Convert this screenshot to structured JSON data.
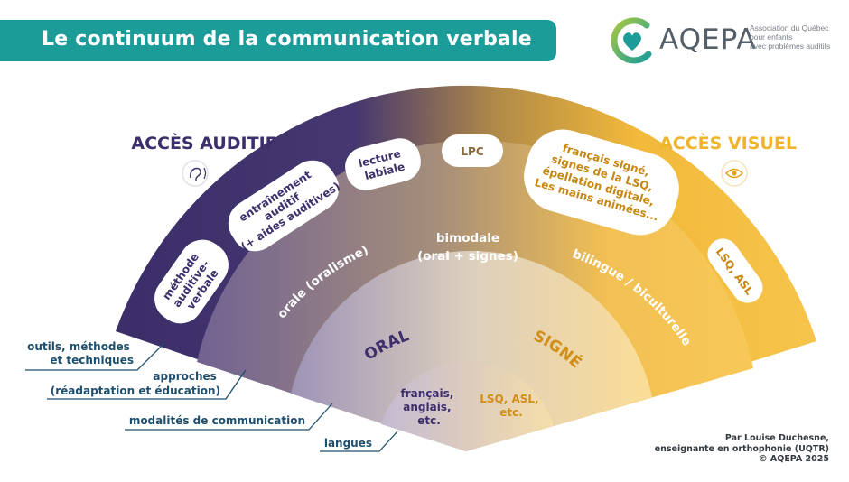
{
  "title": "Le continuum de la communication verbale",
  "logo": {
    "name": "AQEPA",
    "tagline": [
      "Association du Québec",
      "pour enfants",
      "avec problèmes auditifs"
    ]
  },
  "access": {
    "auditory": "ACCÈS AUDITIF",
    "visual": "ACCÈS VISUEL",
    "auditory_icon": "ear-icon",
    "visual_icon": "eye-icon"
  },
  "outer_ring": {
    "items": [
      {
        "lines": [
          "méthode",
          "auditive-",
          "verbale"
        ]
      },
      {
        "lines": [
          "entraînement",
          "auditif",
          "(+ aides auditives)"
        ]
      },
      {
        "lines": [
          "lecture",
          "labiale"
        ]
      },
      {
        "lines": [
          "LPC"
        ]
      },
      {
        "lines": [
          "français signé,",
          "signes de la LSQ,",
          "épellation digitale,",
          "Les mains animées..."
        ]
      },
      {
        "lines": [
          "LSQ, ASL"
        ]
      }
    ]
  },
  "approaches": {
    "oral": "orale (oralisme)",
    "bimodal": [
      "bimodale",
      "(oral + signes)"
    ],
    "bilingual": "bilingue / biculturelle"
  },
  "modalities": {
    "oral": "ORAL",
    "signed": "SIGNÉ"
  },
  "languages": {
    "oral": [
      "français,",
      "anglais,",
      "etc."
    ],
    "signed": [
      "LSQ, ASL,",
      "etc."
    ]
  },
  "legend": {
    "tools": [
      "outils, méthodes",
      "et techniques"
    ],
    "approaches": [
      "approches",
      "(réadaptation et éducation)"
    ],
    "modalities": "modalités de communication",
    "languages": "langues"
  },
  "credit": [
    "Par Louise Duchesne,",
    "enseignante en orthophonie (UQTR)",
    "© AQEPA 2025"
  ],
  "colors": {
    "teal": "#1b9c98",
    "purple_dark": "#3d2f6b",
    "purple_mid": "#6e5f95",
    "gold": "#f4b93c",
    "gold_text": "#c7870f",
    "navy_text": "#1f4f6e"
  }
}
